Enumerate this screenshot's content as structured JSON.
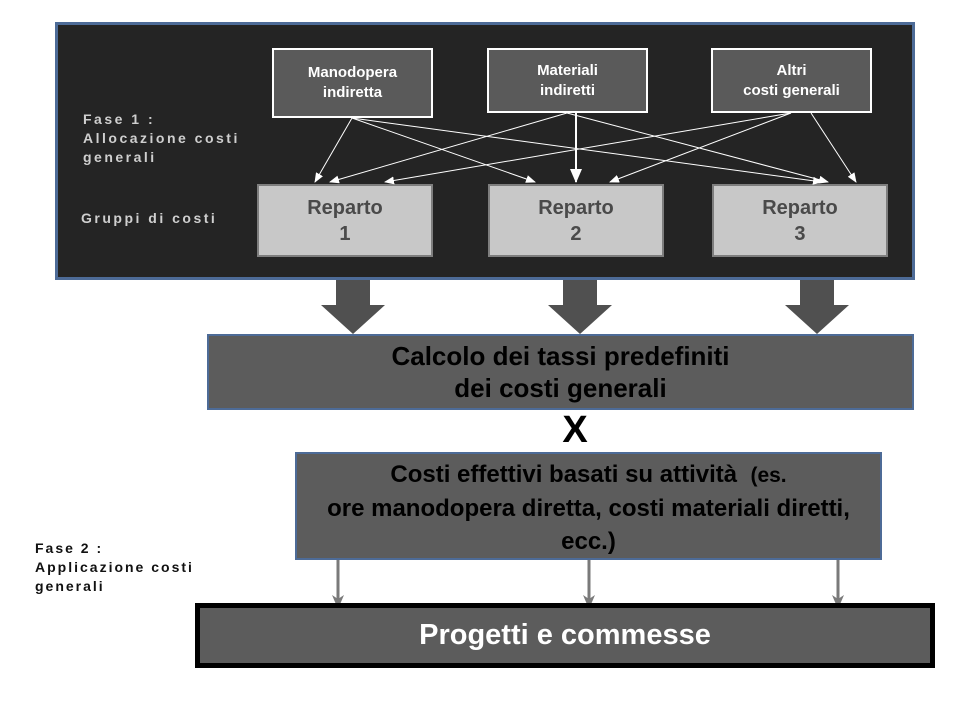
{
  "phase1": {
    "label": "Fase 1 :\nAllocazione costi\ngenerali",
    "groups_label": "Gruppi di costi",
    "cost_pools": [
      {
        "label": "Manodopera\nindiretta"
      },
      {
        "label": "Materiali\nindiretti"
      },
      {
        "label": "Altri\ncosti generali"
      }
    ],
    "departments": [
      {
        "label": "Reparto\n1"
      },
      {
        "label": "Reparto\n2"
      },
      {
        "label": "Reparto\n3"
      }
    ]
  },
  "calculation": {
    "label": "Calcolo dei tassi predefiniti\ndei costi generali"
  },
  "operator": "X",
  "actual_costs": {
    "main": "Costi effettivi basati su attività",
    "detail": "(es.",
    "continuation": "ore manodopera diretta, costi materiali diretti, ecc.)"
  },
  "phase2": {
    "label": "Fase 2 :\nApplicazione costi\ngenerali"
  },
  "projects": {
    "label": "Progetti e commesse"
  },
  "colors": {
    "panel_bg": "#242424",
    "panel_border": "#4d6b97",
    "cost_pool_bg": "#5a5a5a",
    "department_bg": "#c8c8c8",
    "block_arrow": "#505050",
    "thin_arrow": "#7a7a7a"
  }
}
